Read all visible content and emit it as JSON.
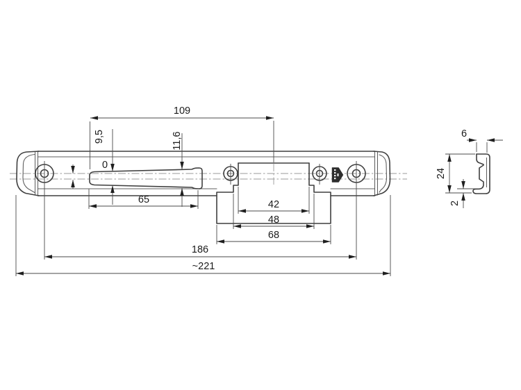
{
  "drawing": {
    "kind": "technical-drawing",
    "subject": "striker-plate with latch slot, mounting holes and cross-section profile",
    "colors": {
      "background": "#ffffff",
      "part_line": "#3f3f3f",
      "dimension_line": "#4a4a4a",
      "centerline": "#9a9a9a",
      "text": "#1b1b1b",
      "logo": "#2d2d2d"
    }
  },
  "front": {
    "dim_109": "109",
    "dim_9_5": "9,5",
    "dim_11_6": "11,6",
    "datum_0": "0",
    "dim_65": "65",
    "dim_42": "42",
    "dim_48": "48",
    "dim_68": "68",
    "dim_186": "186",
    "dim_221": "~221"
  },
  "side": {
    "dim_6": "6",
    "dim_24": "24",
    "dim_2": "2"
  }
}
